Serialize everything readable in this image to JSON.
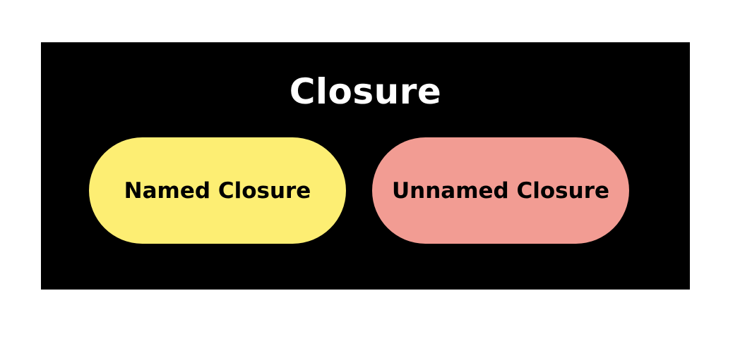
{
  "diagram": {
    "title": "Closure",
    "nodes": [
      {
        "id": "named",
        "label": "Named Closure",
        "color": "#FDEE73"
      },
      {
        "id": "unnamed",
        "label": "Unnamed Closure",
        "color": "#F29C93"
      }
    ],
    "background_color": "#000000",
    "title_color": "#FFFFFF"
  }
}
